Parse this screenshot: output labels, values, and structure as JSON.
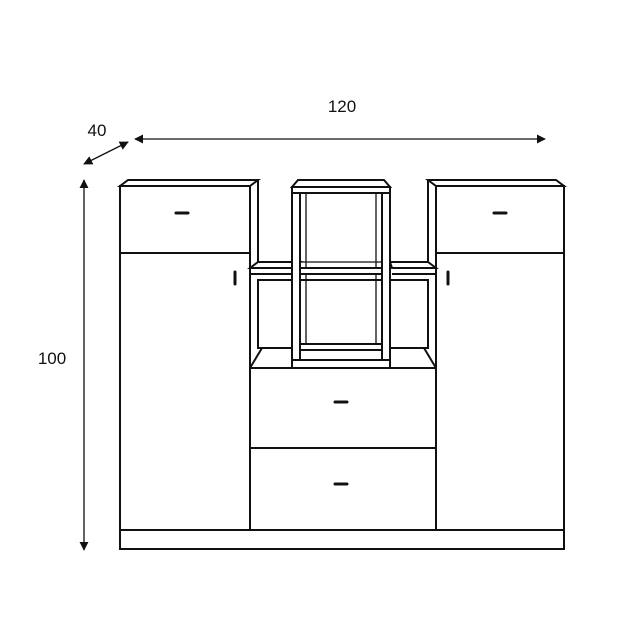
{
  "dimensions": {
    "width": {
      "label": "120"
    },
    "depth": {
      "label": "40"
    },
    "height": {
      "label": "100"
    }
  },
  "colors": {
    "stroke": "#111111",
    "background": "#ffffff"
  }
}
